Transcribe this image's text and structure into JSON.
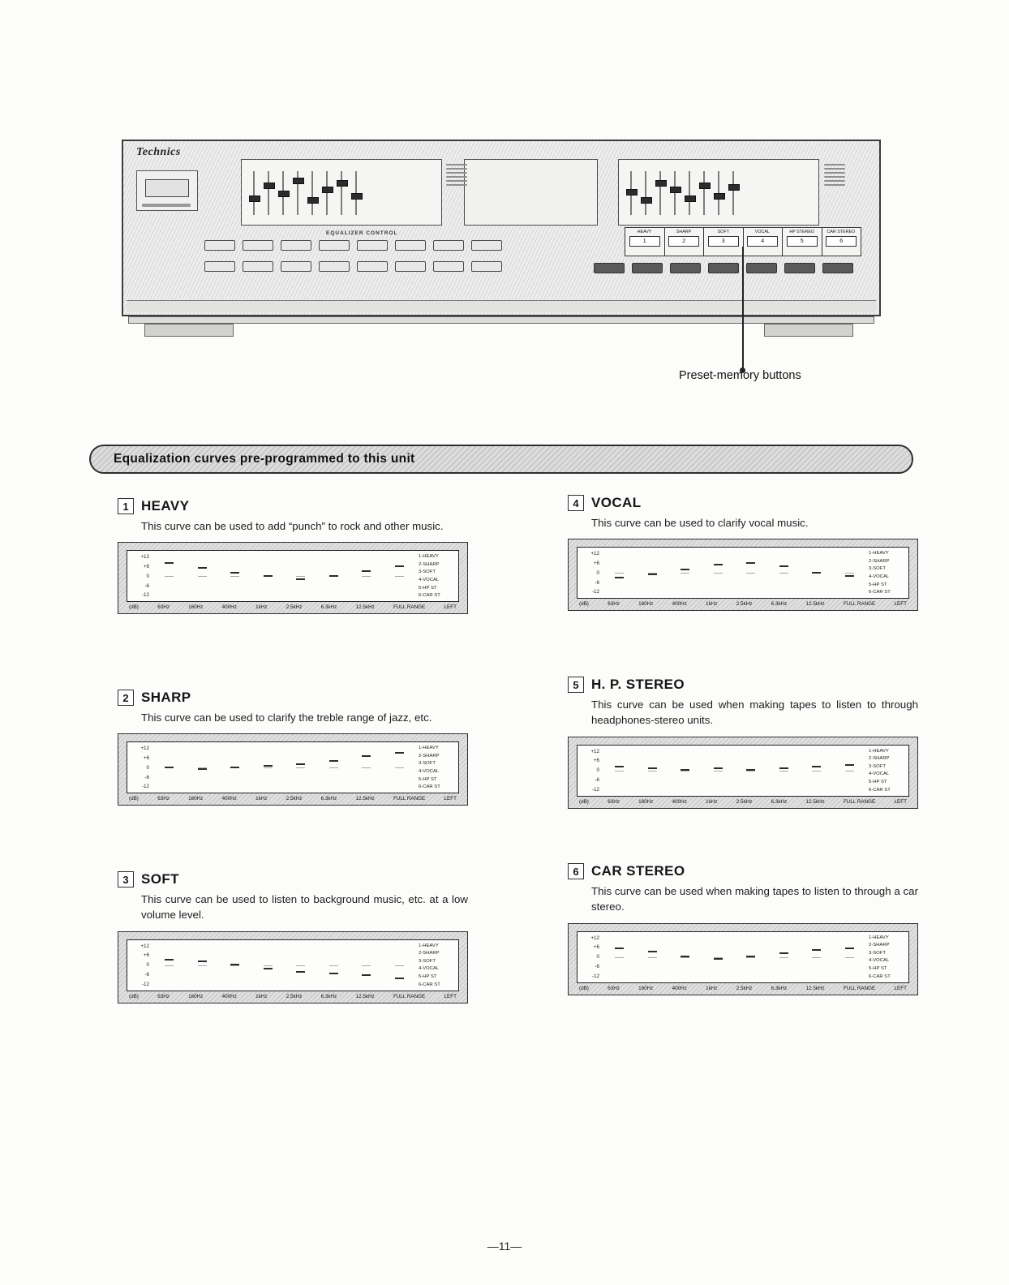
{
  "page": {
    "number": "—11—"
  },
  "device": {
    "brand": "Technics",
    "caption_left": "EQUALIZER CONTROL",
    "callout_label": "Preset-memory buttons",
    "slider_offsets_left": [
      55,
      25,
      45,
      15,
      60,
      35,
      20,
      50
    ],
    "slider_offsets_right": [
      40,
      60,
      20,
      35,
      55,
      25,
      50,
      30
    ],
    "preset_table": {
      "headers": [
        "HEAVY",
        "SHARP",
        "SOFT",
        "VOCAL",
        "HP STEREO",
        "CAR STEREO"
      ],
      "buttons": [
        "1",
        "2",
        "3",
        "4",
        "5",
        "6"
      ]
    }
  },
  "banner": {
    "title": "Equalization curves pre-programmed to this unit"
  },
  "display": {
    "db_labels": [
      "+12",
      "+6",
      "0",
      "-6",
      "-12"
    ],
    "db_unit": "(dB)",
    "preset_labels": [
      "1-HEAVY",
      "2-SHARP",
      "3-SOFT",
      "4-VOCAL",
      "5-HP ST",
      "6-CAR ST"
    ],
    "freq_labels": [
      "63Hz",
      "160Hz",
      "400Hz",
      "1kHz",
      "2.5kHz",
      "6.3kHz",
      "12.5kHz",
      "FULL RANGE"
    ],
    "channel_label": "LEFT"
  },
  "sections": [
    {
      "num": "1",
      "title": "HEAVY",
      "desc": "This curve can be used to add “punch” to rock and other music.",
      "curve": [
        8,
        5,
        2,
        0,
        -2,
        0,
        3,
        6
      ]
    },
    {
      "num": "2",
      "title": "SHARP",
      "desc": "This curve can be used to clarify the treble range of jazz, etc.",
      "curve": [
        0,
        -1,
        0,
        1,
        2,
        4,
        7,
        9
      ]
    },
    {
      "num": "3",
      "title": "SOFT",
      "desc": "This curve can be used to listen to background music, etc. at a low volume level.",
      "curve": [
        3,
        2,
        0,
        -2,
        -4,
        -5,
        -6,
        -8
      ]
    },
    {
      "num": "4",
      "title": "VOCAL",
      "desc": "This curve can be used to clarify vocal music.",
      "curve": [
        -3,
        -1,
        2,
        5,
        6,
        4,
        0,
        -2
      ]
    },
    {
      "num": "5",
      "title": "H. P. STEREO",
      "desc": "This curve can be used when making tapes to listen to through headphones-stereo units.",
      "curve": [
        2,
        1,
        0,
        1,
        0,
        1,
        2,
        3
      ]
    },
    {
      "num": "6",
      "title": "CAR STEREO",
      "desc": "This curve can be used when making tapes to listen to through a car stereo.",
      "curve": [
        5,
        3,
        0,
        -1,
        0,
        2,
        4,
        5
      ]
    }
  ]
}
